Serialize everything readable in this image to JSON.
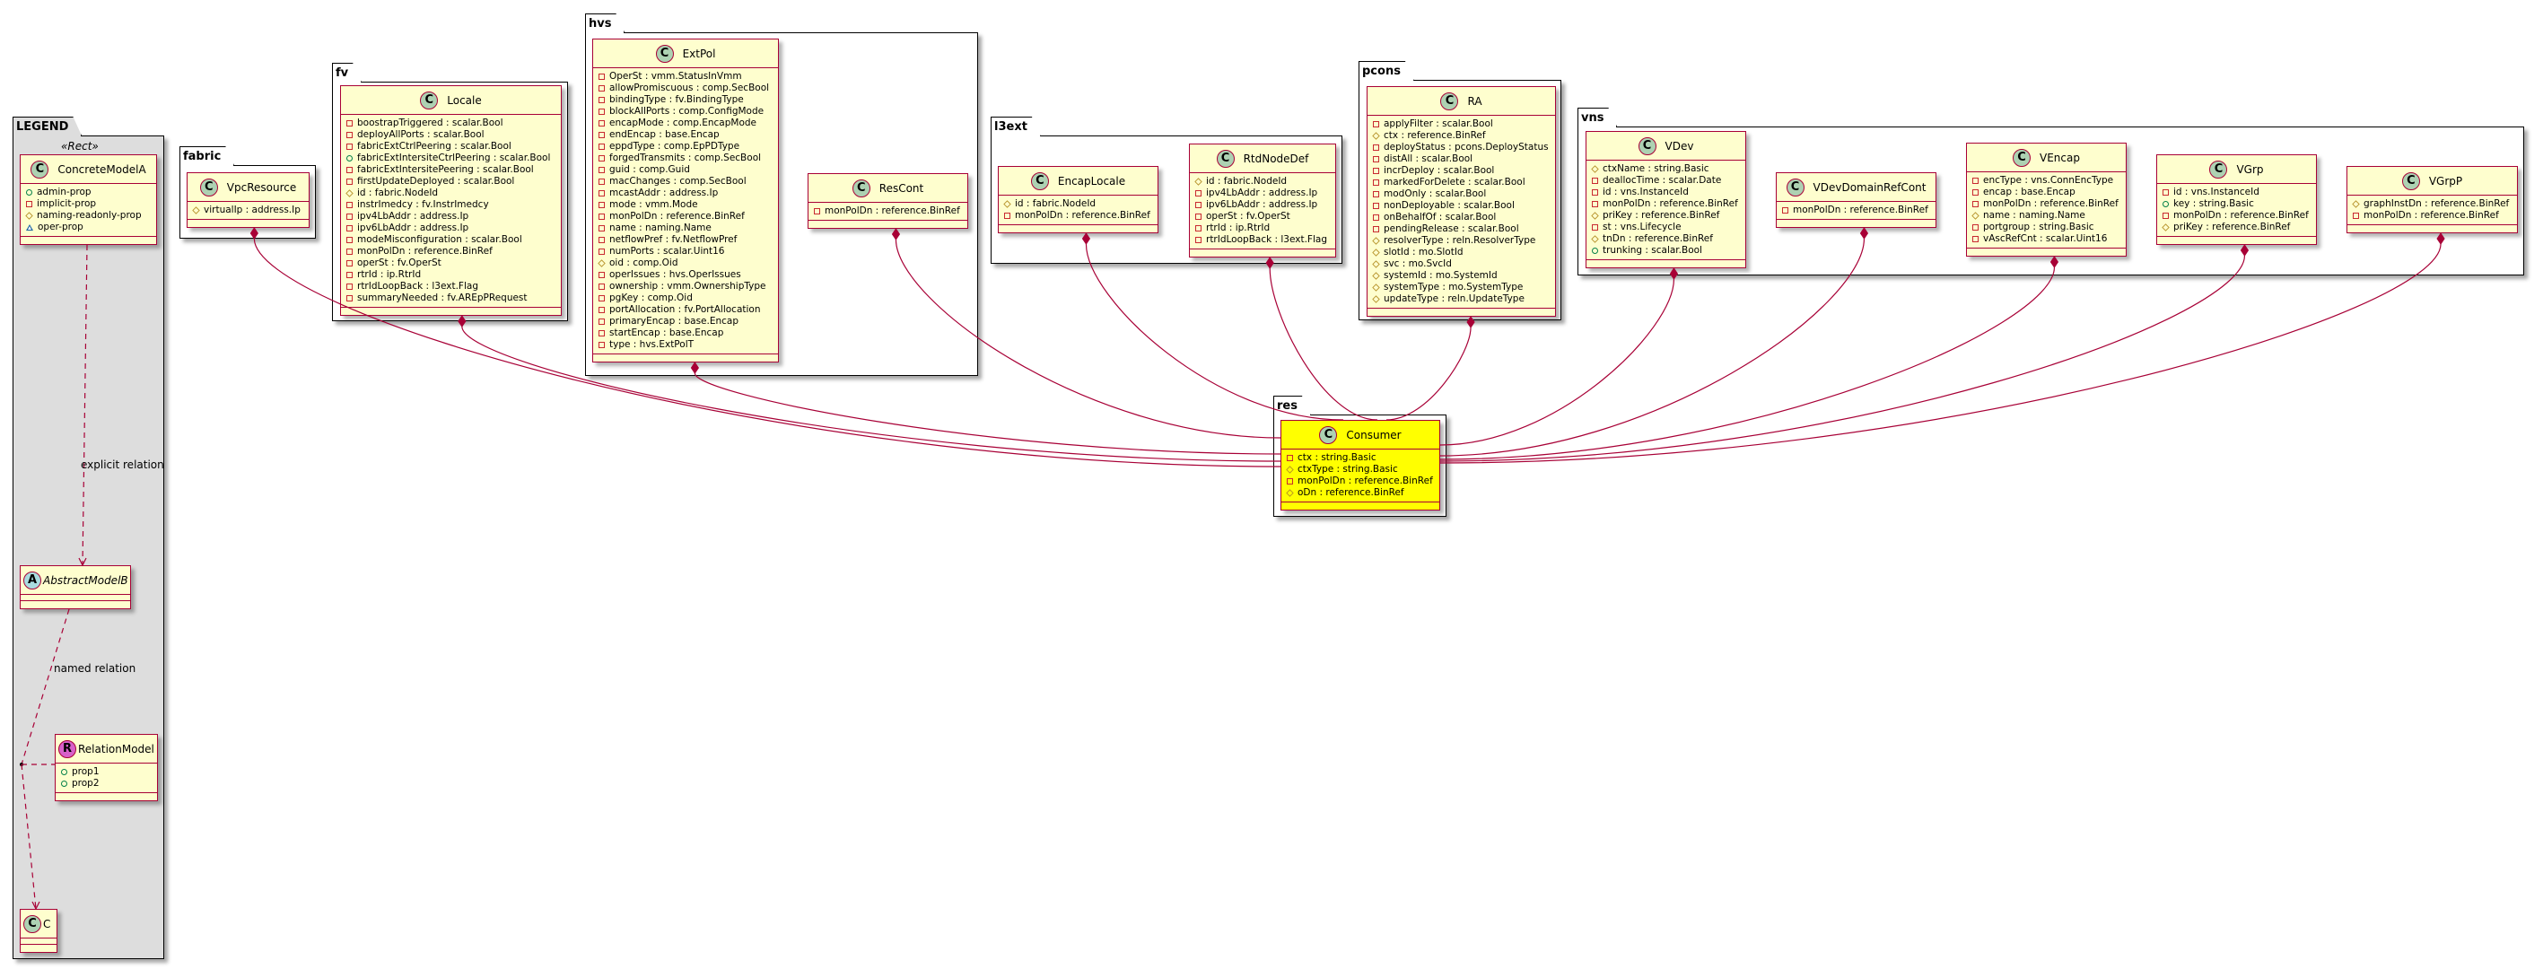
{
  "colors": {
    "class_fill": "#fefece",
    "class_border": "#a80036",
    "highlight": "#ffff00",
    "legend_fill": "#dddddd",
    "link": "#a80036"
  },
  "legend": {
    "title": "LEGEND",
    "stereotype": "«Rect»",
    "explicit_label": "explicit relation",
    "named_label": "named relation"
  },
  "packages": [
    {
      "id": "legend",
      "name": "LEGEND",
      "classes": [
        {
          "id": "ConcreteModelA",
          "name": "ConcreteModelA",
          "spot": "C",
          "attrs": [
            {
              "v": "public",
              "t": "admin-prop"
            },
            {
              "v": "private",
              "t": "implicit-prop"
            },
            {
              "v": "protected",
              "t": "naming-readonly-prop"
            },
            {
              "v": "package",
              "t": "oper-prop"
            }
          ]
        },
        {
          "id": "AbstractModelB",
          "name": "AbstractModelB",
          "spot": "A",
          "compact": true,
          "attrs": []
        },
        {
          "id": "RelationModel",
          "name": "RelationModel",
          "spot": "R",
          "compact": true,
          "attrs": [
            {
              "v": "public",
              "t": "prop1"
            },
            {
              "v": "public",
              "t": "prop2"
            }
          ]
        },
        {
          "id": "C",
          "name": "C",
          "spot": "C",
          "compact": true,
          "attrs": []
        }
      ]
    },
    {
      "id": "fabric",
      "name": "fabric",
      "classes": [
        {
          "id": "VpcResource",
          "name": "VpcResource",
          "spot": "C",
          "attrs": [
            {
              "v": "protected",
              "t": "virtualIp : address.Ip"
            }
          ]
        }
      ]
    },
    {
      "id": "fv",
      "name": "fv",
      "classes": [
        {
          "id": "Locale",
          "name": "Locale",
          "spot": "C",
          "attrs": [
            {
              "v": "private",
              "t": "boostrapTriggered : scalar.Bool"
            },
            {
              "v": "private",
              "t": "deployAllPorts : scalar.Bool"
            },
            {
              "v": "private",
              "t": "fabricExtCtrlPeering : scalar.Bool"
            },
            {
              "v": "public",
              "t": "fabricExtIntersiteCtrlPeering : scalar.Bool"
            },
            {
              "v": "private",
              "t": "fabricExtIntersitePeering : scalar.Bool"
            },
            {
              "v": "private",
              "t": "firstUpdateDeployed : scalar.Bool"
            },
            {
              "v": "protected",
              "t": "id : fabric.NodeId"
            },
            {
              "v": "private",
              "t": "instrImedcy : fv.InstrImedcy"
            },
            {
              "v": "private",
              "t": "ipv4LbAddr : address.Ip"
            },
            {
              "v": "private",
              "t": "ipv6LbAddr : address.Ip"
            },
            {
              "v": "private",
              "t": "modeMisconfiguration : scalar.Bool"
            },
            {
              "v": "private",
              "t": "monPolDn : reference.BinRef"
            },
            {
              "v": "private",
              "t": "operSt : fv.OperSt"
            },
            {
              "v": "private",
              "t": "rtrId : ip.RtrId"
            },
            {
              "v": "private",
              "t": "rtrIdLoopBack : l3ext.Flag"
            },
            {
              "v": "private",
              "t": "summaryNeeded : fv.AREpPRequest"
            }
          ]
        }
      ]
    },
    {
      "id": "hvs",
      "name": "hvs",
      "classes": [
        {
          "id": "ExtPol",
          "name": "ExtPol",
          "spot": "C",
          "attrs": [
            {
              "v": "private",
              "t": "OperSt : vmm.StatusInVmm"
            },
            {
              "v": "private",
              "t": "allowPromiscuous : comp.SecBool"
            },
            {
              "v": "private",
              "t": "bindingType : fv.BindingType"
            },
            {
              "v": "private",
              "t": "blockAllPorts : comp.ConfigMode"
            },
            {
              "v": "private",
              "t": "encapMode : comp.EncapMode"
            },
            {
              "v": "private",
              "t": "endEncap : base.Encap"
            },
            {
              "v": "private",
              "t": "eppdType : comp.EpPDType"
            },
            {
              "v": "private",
              "t": "forgedTransmits : comp.SecBool"
            },
            {
              "v": "private",
              "t": "guid : comp.Guid"
            },
            {
              "v": "private",
              "t": "macChanges : comp.SecBool"
            },
            {
              "v": "private",
              "t": "mcastAddr : address.Ip"
            },
            {
              "v": "private",
              "t": "mode : vmm.Mode"
            },
            {
              "v": "private",
              "t": "monPolDn : reference.BinRef"
            },
            {
              "v": "private",
              "t": "name : naming.Name"
            },
            {
              "v": "private",
              "t": "netflowPref : fv.NetflowPref"
            },
            {
              "v": "private",
              "t": "numPorts : scalar.Uint16"
            },
            {
              "v": "protected",
              "t": "oid : comp.Oid"
            },
            {
              "v": "private",
              "t": "operIssues : hvs.OperIssues"
            },
            {
              "v": "private",
              "t": "ownership : vmm.OwnershipType"
            },
            {
              "v": "private",
              "t": "pgKey : comp.Oid"
            },
            {
              "v": "private",
              "t": "portAllocation : fv.PortAllocation"
            },
            {
              "v": "private",
              "t": "primaryEncap : base.Encap"
            },
            {
              "v": "private",
              "t": "startEncap : base.Encap"
            },
            {
              "v": "private",
              "t": "type : hvs.ExtPolT"
            }
          ]
        },
        {
          "id": "ResCont",
          "name": "ResCont",
          "spot": "C",
          "attrs": [
            {
              "v": "private",
              "t": "monPolDn : reference.BinRef"
            }
          ]
        }
      ]
    },
    {
      "id": "l3ext",
      "name": "l3ext",
      "classes": [
        {
          "id": "EncapLocale",
          "name": "EncapLocale",
          "spot": "C",
          "attrs": [
            {
              "v": "protected",
              "t": "id : fabric.NodeId"
            },
            {
              "v": "private",
              "t": "monPolDn : reference.BinRef"
            }
          ]
        },
        {
          "id": "RtdNodeDef",
          "name": "RtdNodeDef",
          "spot": "C",
          "attrs": [
            {
              "v": "protected",
              "t": "id : fabric.NodeId"
            },
            {
              "v": "private",
              "t": "ipv4LbAddr : address.Ip"
            },
            {
              "v": "private",
              "t": "ipv6LbAddr : address.Ip"
            },
            {
              "v": "private",
              "t": "operSt : fv.OperSt"
            },
            {
              "v": "private",
              "t": "rtrId : ip.RtrId"
            },
            {
              "v": "private",
              "t": "rtrIdLoopBack : l3ext.Flag"
            }
          ]
        }
      ]
    },
    {
      "id": "pcons",
      "name": "pcons",
      "classes": [
        {
          "id": "RA",
          "name": "RA",
          "spot": "C",
          "attrs": [
            {
              "v": "private",
              "t": "applyFilter : scalar.Bool"
            },
            {
              "v": "protected",
              "t": "ctx : reference.BinRef"
            },
            {
              "v": "private",
              "t": "deployStatus : pcons.DeployStatus"
            },
            {
              "v": "private",
              "t": "distAll : scalar.Bool"
            },
            {
              "v": "private",
              "t": "incrDeploy : scalar.Bool"
            },
            {
              "v": "private",
              "t": "markedForDelete : scalar.Bool"
            },
            {
              "v": "private",
              "t": "modOnly : scalar.Bool"
            },
            {
              "v": "private",
              "t": "nonDeployable : scalar.Bool"
            },
            {
              "v": "private",
              "t": "onBehalfOf : scalar.Bool"
            },
            {
              "v": "private",
              "t": "pendingRelease : scalar.Bool"
            },
            {
              "v": "protected",
              "t": "resolverType : reln.ResolverType"
            },
            {
              "v": "protected",
              "t": "slotId : mo.SlotId"
            },
            {
              "v": "protected",
              "t": "svc : mo.SvcId"
            },
            {
              "v": "protected",
              "t": "systemId : mo.SystemId"
            },
            {
              "v": "protected",
              "t": "systemType : mo.SystemType"
            },
            {
              "v": "protected",
              "t": "updateType : reln.UpdateType"
            }
          ]
        }
      ]
    },
    {
      "id": "vns",
      "name": "vns",
      "classes": [
        {
          "id": "VDev",
          "name": "VDev",
          "spot": "C",
          "attrs": [
            {
              "v": "protected",
              "t": "ctxName : string.Basic"
            },
            {
              "v": "private",
              "t": "deallocTime : scalar.Date"
            },
            {
              "v": "private",
              "t": "id : vns.InstanceId"
            },
            {
              "v": "private",
              "t": "monPolDn : reference.BinRef"
            },
            {
              "v": "protected",
              "t": "priKey : reference.BinRef"
            },
            {
              "v": "private",
              "t": "st : vns.Lifecycle"
            },
            {
              "v": "protected",
              "t": "tnDn : reference.BinRef"
            },
            {
              "v": "public",
              "t": "trunking : scalar.Bool"
            }
          ]
        },
        {
          "id": "VDevDomainRefCont",
          "name": "VDevDomainRefCont",
          "spot": "C",
          "attrs": [
            {
              "v": "private",
              "t": "monPolDn : reference.BinRef"
            }
          ]
        },
        {
          "id": "VEncap",
          "name": "VEncap",
          "spot": "C",
          "attrs": [
            {
              "v": "private",
              "t": "encType : vns.ConnEncType"
            },
            {
              "v": "private",
              "t": "encap : base.Encap"
            },
            {
              "v": "private",
              "t": "monPolDn : reference.BinRef"
            },
            {
              "v": "protected",
              "t": "name : naming.Name"
            },
            {
              "v": "private",
              "t": "portgroup : string.Basic"
            },
            {
              "v": "private",
              "t": "vAscRefCnt : scalar.Uint16"
            }
          ]
        },
        {
          "id": "VGrp",
          "name": "VGrp",
          "spot": "C",
          "attrs": [
            {
              "v": "private",
              "t": "id : vns.InstanceId"
            },
            {
              "v": "public",
              "t": "key : string.Basic"
            },
            {
              "v": "private",
              "t": "monPolDn : reference.BinRef"
            },
            {
              "v": "protected",
              "t": "priKey : reference.BinRef"
            }
          ]
        },
        {
          "id": "VGrpP",
          "name": "VGrpP",
          "spot": "C",
          "attrs": [
            {
              "v": "protected",
              "t": "graphInstDn : reference.BinRef"
            },
            {
              "v": "private",
              "t": "monPolDn : reference.BinRef"
            }
          ]
        }
      ]
    },
    {
      "id": "res",
      "name": "res",
      "classes": [
        {
          "id": "Consumer",
          "name": "Consumer",
          "spot": "C",
          "highlight": true,
          "attrs": [
            {
              "v": "private",
              "t": "ctx : string.Basic"
            },
            {
              "v": "protected",
              "t": "ctxType : string.Basic"
            },
            {
              "v": "private",
              "t": "monPolDn : reference.BinRef"
            },
            {
              "v": "protected",
              "t": "oDn : reference.BinRef"
            }
          ]
        }
      ]
    }
  ],
  "compositions": [
    "VpcResource",
    "Locale",
    "ExtPol",
    "ResCont",
    "EncapLocale",
    "RtdNodeDef",
    "RA",
    "VDev",
    "VDevDomainRefCont",
    "VEncap",
    "VGrp",
    "VGrpP"
  ],
  "composition_target": "Consumer"
}
